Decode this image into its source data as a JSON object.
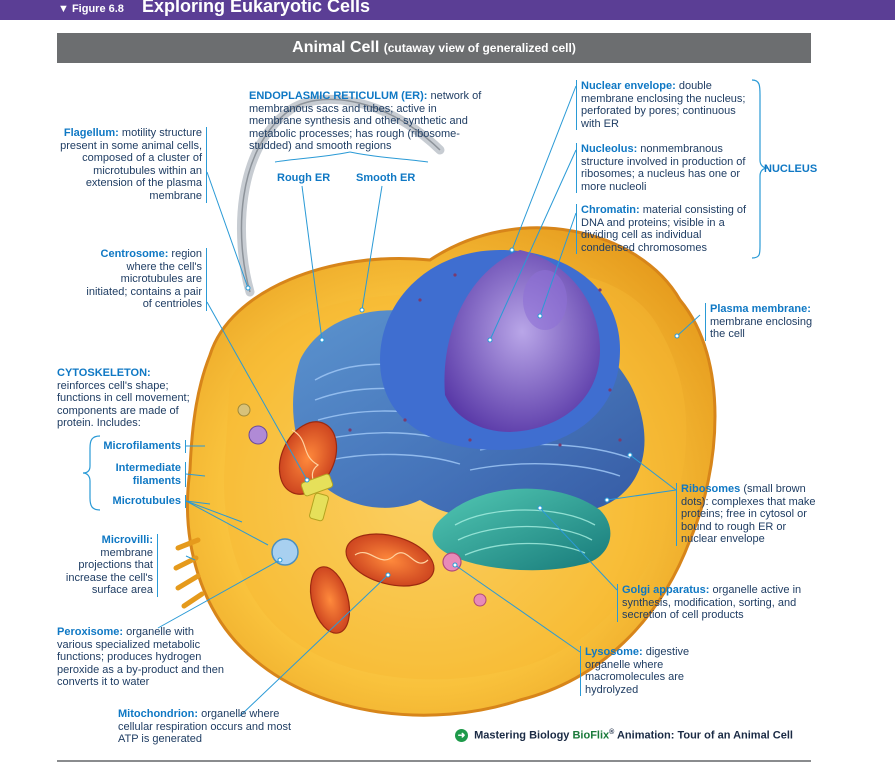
{
  "figure": {
    "number": "▼ Figure 6.8",
    "title": "Exploring Eukaryotic Cells"
  },
  "header": {
    "title": "Animal Cell",
    "subtitle": "(cutaway view of generalized cell)"
  },
  "labels": {
    "er": {
      "name": "ENDOPLASMIC RETICULUM (ER):",
      "desc": "network of membranous sacs and tubes; active in membrane synthesis and other synthetic and metabolic processes; has rough (ribosome-studded) and smooth regions"
    },
    "rough_er": "Rough ER",
    "smooth_er": "Smooth ER",
    "flagellum": {
      "name": "Flagellum:",
      "desc": "motility structure present in some animal cells, composed of a cluster of microtubules within an extension of the plasma membrane"
    },
    "centrosome": {
      "name": "Centrosome:",
      "desc": "region where the cell's microtubules are initiated; contains a pair of centrioles"
    },
    "cytoskeleton": {
      "name": "CYTOSKELETON:",
      "desc": "reinforces cell's shape; functions in cell movement; components are made of protein. Includes:"
    },
    "microfilaments": "Microfilaments",
    "intermediate_filaments": "Intermediate filaments",
    "microtubules": "Microtubules",
    "microvilli": {
      "name": "Microvilli:",
      "desc": "membrane projections that increase the cell's surface area"
    },
    "peroxisome": {
      "name": "Peroxisome:",
      "desc": "organelle with various specialized metabolic functions; produces hydrogen peroxide as a by-product and then converts it to water"
    },
    "mitochondrion": {
      "name": "Mitochondrion:",
      "desc": "organelle where cellular respiration occurs and most ATP is generated"
    },
    "nuclear_envelope": {
      "name": "Nuclear envelope:",
      "desc": "double membrane enclosing the nucleus; perforated by pores; continuous with ER"
    },
    "nucleolus": {
      "name": "Nucleolus:",
      "desc": "nonmembranous structure involved in production of ribosomes; a nucleus has one or more nucleoli"
    },
    "chromatin": {
      "name": "Chromatin:",
      "desc": "material consisting of DNA and proteins; visible in a dividing cell as individual condensed chromosomes"
    },
    "nucleus": "NUCLEUS",
    "plasma_membrane": {
      "name": "Plasma membrane:",
      "desc": "membrane enclosing the cell"
    },
    "ribosomes": {
      "name": "Ribosomes",
      "desc": "(small brown dots): complexes that make proteins; free in cytosol or bound to rough ER or nuclear envelope"
    },
    "golgi": {
      "name": "Golgi apparatus:",
      "desc": "organelle active in synthesis, modification, sorting, and secretion of cell products"
    },
    "lysosome": {
      "name": "Lysosome:",
      "desc": "digestive organelle where macromolecules are hydrolyzed"
    }
  },
  "footer": {
    "prefix": "Mastering Biology",
    "bioflix": "BioFlix",
    "reg": "®",
    "suffix": "Animation: Tour of an Animal Cell"
  },
  "colors": {
    "brand_purple": "#5b3e95",
    "header_gray": "#6c6e70",
    "label_blue": "#0f78c4",
    "leader_line": "#2a9ad6"
  }
}
